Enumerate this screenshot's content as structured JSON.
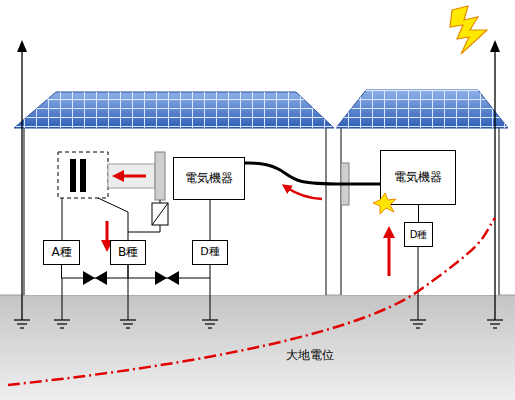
{
  "diagram": {
    "nodes": [
      {
        "text": [
          "電気機器"
        ]
      },
      {
        "text": [
          "電気機器"
        ]
      },
      {
        "text": [
          "A種"
        ]
      },
      {
        "text": [
          "B種"
        ]
      },
      {
        "text": [
          "D種"
        ]
      },
      {
        "text": [
          "D種"
        ]
      }
    ],
    "edges": [
      {
        "from": 0,
        "to": 1,
        "arrow": "none"
      },
      {
        "from": 0,
        "to": 4,
        "arrow": "none"
      },
      {
        "from": 2,
        "to": 3,
        "arrow": "none"
      },
      {
        "from": 3,
        "to": 4,
        "arrow": "none"
      },
      {
        "from": 1,
        "to": 5,
        "arrow": "none"
      }
    ],
    "labels": [
      "大地電位"
    ]
  }
}
